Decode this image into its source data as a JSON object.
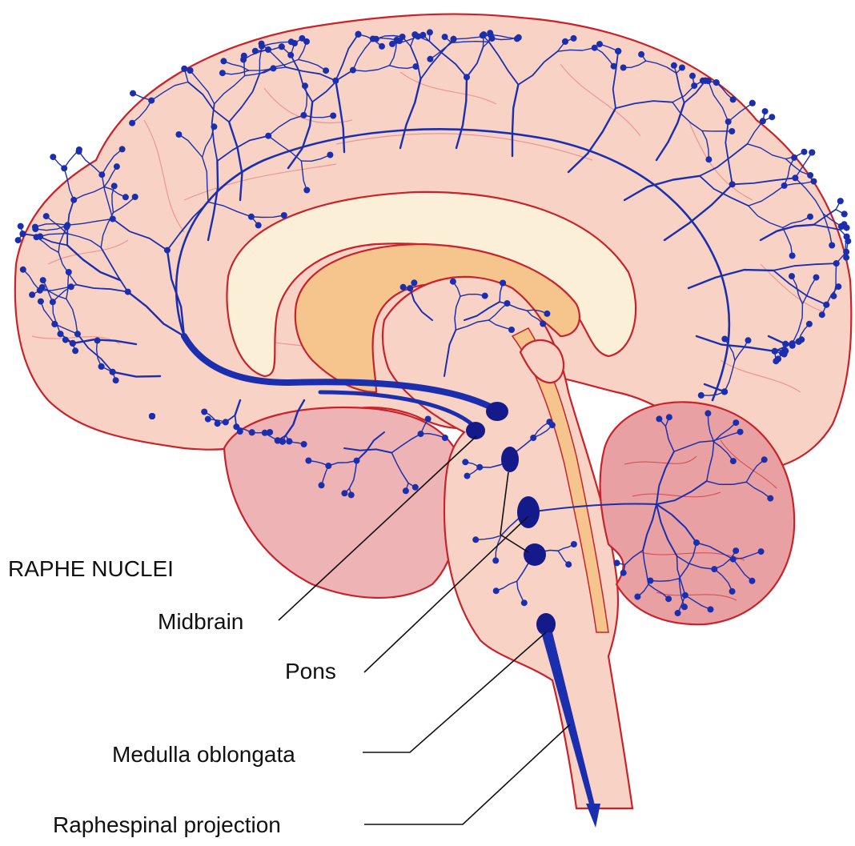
{
  "labels": {
    "group_title": "RAPHE NUCLEI",
    "midbrain": "Midbrain",
    "pons": "Pons",
    "medulla": "Medulla oblongata",
    "raphespinal": "Raphespinal projection"
  },
  "colors": {
    "brain_fill": "#f9d2c6",
    "outline": "#c8232b",
    "fibers": "#1b2fae",
    "nucleus": "#141a8a",
    "corpus_callosum": "#fcefd8",
    "ventricle": "#f6c58e",
    "cerebellum": "#e9a0a2",
    "temporal_lobe": "#eeb3b4",
    "sulci": "#e58a86"
  }
}
